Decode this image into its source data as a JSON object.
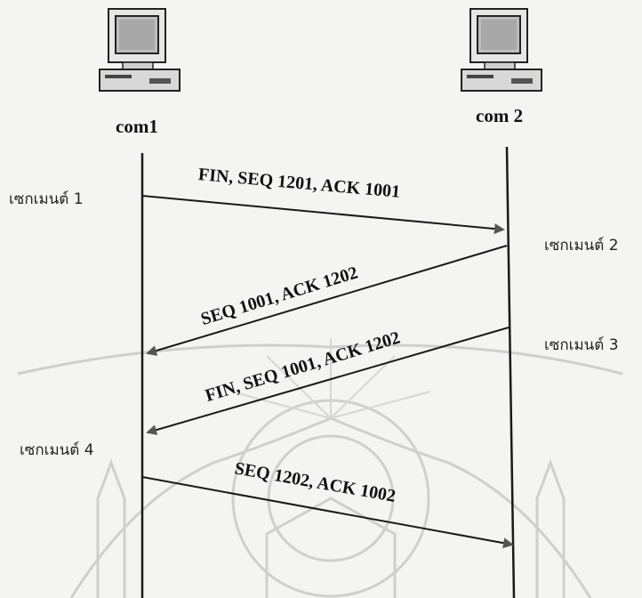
{
  "hosts": [
    {
      "name": "com1",
      "icon": "desktop-computer-icon"
    },
    {
      "name": "com 2",
      "icon": "desktop-computer-icon"
    }
  ],
  "segments": [
    {
      "label": "เซกเมนต์ 1",
      "message": "FIN,  SEQ 1201, ACK 1001",
      "direction": "com1 -> com 2"
    },
    {
      "label": "เซกเมนต์ 2",
      "message": "SEQ 1001, ACK 1202",
      "direction": "com 2 -> com1"
    },
    {
      "label": "เซกเมนต์ 3",
      "message": "FIN, SEQ 1001, ACK 1202",
      "direction": "com 2 -> com1"
    },
    {
      "label": "เซกเมนต์ 4",
      "message": "SEQ 1202, ACK 1002",
      "direction": "com1 -> com 2"
    }
  ],
  "colors": {
    "line": "#1a1a1a",
    "arrowhead": "#555555",
    "watermark": "#c8c8c8"
  }
}
